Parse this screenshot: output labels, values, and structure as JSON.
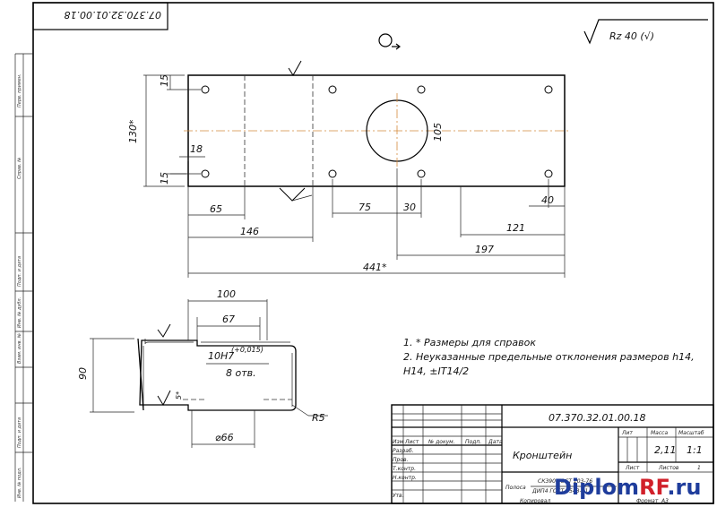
{
  "drawing": {
    "code_rotated": "07.370.32.01.00.18",
    "roughness_symbol": "Rz 40 (√)",
    "notes": [
      "1. * Размеры для справок",
      "2. Неуказанные предельные отклонения размеров h14,",
      "H14, ±IT14/2"
    ],
    "hole_callout_main": "10H7",
    "hole_callout_tol": "(+0,015)",
    "hole_callout_count": "8 отв.",
    "radius_label": "R5"
  },
  "top_view_dims": {
    "height_total": "130*",
    "edge_top": "15",
    "edge_bottom": "15",
    "hole_from_edge": "18",
    "big_hole_dia": "105",
    "d65": "65",
    "d146": "146",
    "d75": "75",
    "d30": "30",
    "d40": "40",
    "d121": "121",
    "d197": "197",
    "d441": "441*"
  },
  "side_view_dims": {
    "d100": "100",
    "d67": "67",
    "d90": "90",
    "d5": "5*",
    "d66": "⌀66"
  },
  "title_block": {
    "designation": "07.370.32.01.00.18",
    "part_name": "Кронштейн",
    "col_lit": "Лит",
    "col_mass": "Масса",
    "col_scale": "Масштаб",
    "mass": "2,11",
    "scale": "1:1",
    "sheet_label": "Лист",
    "sheets_label": "Листов",
    "sheets_value": "1",
    "material": "Полоса",
    "material_std": "СК390-ГОСТ 103-76",
    "material_std2": "ДИП4 ГОСТ 4543-71",
    "format_label": "Формат",
    "format_value": "A3",
    "copied_label": "Копировал",
    "rows": [
      "Изм",
      "Лист",
      "№ докум.",
      "Подп.",
      "Дата"
    ],
    "roles": [
      "Разраб.",
      "Пров.",
      "Т.контр.",
      "Н.контр.",
      "Утв."
    ]
  },
  "side_strip_labels": [
    "Перв. примен.",
    "Справ. №",
    "Подп. и дата",
    "Инв. № дубл.",
    "Взам. инв. №",
    "Подп. и дата",
    "Инв. № подл."
  ],
  "watermark": {
    "part1": "Diplom",
    "part2": "RF",
    "part3": ".ru"
  },
  "colors": {
    "line": "#000000",
    "center": "#d48a3c",
    "watermark_blue": "#1f3d9c",
    "watermark_red": "#d1202a"
  }
}
